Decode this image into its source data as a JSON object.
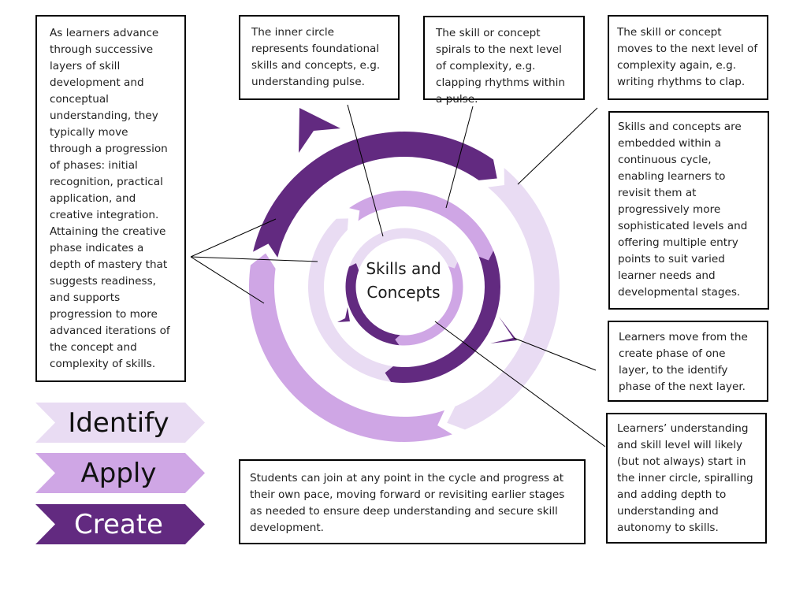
{
  "colors": {
    "identify": "#e9dcf3",
    "apply": "#cfa6e5",
    "create": "#622a80",
    "border": "#000000",
    "connector": "#000000"
  },
  "center_label": [
    "Skills and",
    "Concepts"
  ],
  "callouts": {
    "phases": "As learners advance through successive layers of skill development and conceptual understanding, they typically move through a progression of phases: initial recognition, practical application, and creative integration. Attaining the creative phase indicates a depth of mastery that suggests readiness, and supports progression to more advanced iterations of the concept and complexity of skills.",
    "inner_circle": "The inner circle represents foundational skills and concepts, e.g. understanding pulse.",
    "spirals": "The skill or concept spirals to the next level of complexity, e.g. clapping rhythms within a pulse.",
    "next_level": "The skill or concept moves to the next level of complexity again, e.g. writing rhythms to clap.",
    "continuous_cycle": "Skills and concepts are embedded within a continuous cycle, enabling learners to revisit them at progressively more sophisticated levels and offering multiple entry points to suit varied learner needs and developmental stages.",
    "create_to_identify": "Learners move from the create phase of one layer, to the identify phase of the next layer.",
    "start_inner": "Learners’ understanding and skill level will likely (but not always) start in the inner circle, spiralling and adding depth to understanding and autonomy to skills.",
    "join_any_point": "Students can join at any point in the cycle and progress at their own pace, moving forward or revisiting earlier stages as needed to ensure deep understanding and secure skill development."
  },
  "legend": [
    {
      "label": "Identify",
      "phase": "identify"
    },
    {
      "label": "Apply",
      "phase": "apply"
    },
    {
      "label": "Create",
      "phase": "create"
    }
  ],
  "rings": [
    {
      "name": "inner",
      "segments": [
        {
          "phase": "identify",
          "from_deg": 200,
          "to_deg": 335
        },
        {
          "phase": "apply",
          "from_deg": 335,
          "to_deg": 95
        },
        {
          "phase": "create",
          "from_deg": 95,
          "to_deg": 200
        }
      ]
    },
    {
      "name": "middle",
      "segments": [
        {
          "phase": "apply",
          "from_deg": 235,
          "to_deg": 338
        },
        {
          "phase": "create",
          "from_deg": 338,
          "to_deg": 98
        },
        {
          "phase": "identify",
          "from_deg": 98,
          "to_deg": 225
        }
      ]
    },
    {
      "name": "outer",
      "segments": [
        {
          "phase": "create",
          "from_deg": 193,
          "to_deg": 305
        },
        {
          "phase": "identify",
          "from_deg": 310,
          "to_deg": 67
        },
        {
          "phase": "apply",
          "from_deg": 72,
          "to_deg": 188
        }
      ]
    }
  ]
}
